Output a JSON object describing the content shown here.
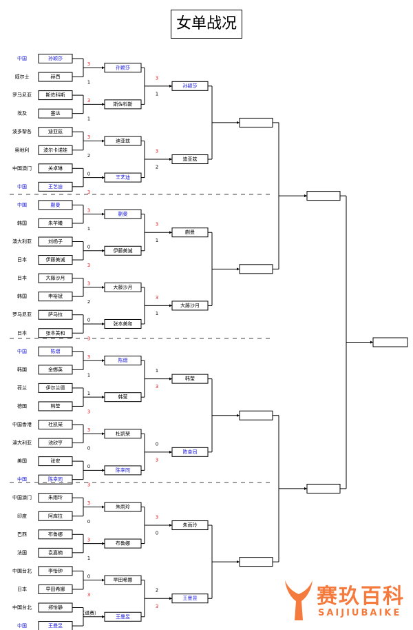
{
  "title": "女单战况",
  "colors": {
    "home": "#1a1ad8",
    "win": "#e02020",
    "normal": "#000000"
  },
  "round1": [
    {
      "country": "中国",
      "player": "孙颖莎",
      "score": "3",
      "home": true,
      "win": true
    },
    {
      "country": "威尔士",
      "player": "赫西",
      "score": "1",
      "home": false,
      "win": false
    },
    {
      "country": "罗马尼亚",
      "player": "斯佐科斯",
      "score": "3",
      "home": false,
      "win": true
    },
    {
      "country": "埃及",
      "player": "塞达",
      "score": "1",
      "home": false,
      "win": false
    },
    {
      "country": "波多黎各",
      "player": "迪亚兹",
      "score": "3",
      "home": false,
      "win": true
    },
    {
      "country": "奥地利",
      "player": "波尔卡诺娃",
      "score": "2",
      "home": false,
      "win": false
    },
    {
      "country": "中国澳门",
      "player": "关卓琳",
      "score": "0",
      "home": false,
      "win": false
    },
    {
      "country": "中国",
      "player": "王艺迪",
      "score": "3",
      "home": true,
      "win": true
    },
    {
      "country": "中国",
      "player": "蒯曼",
      "score": "3",
      "home": true,
      "win": true
    },
    {
      "country": "韩国",
      "player": "朱芊曦",
      "score": "1",
      "home": false,
      "win": false
    },
    {
      "country": "澳大利亚",
      "player": "刘杨子",
      "score": "0",
      "home": false,
      "win": false
    },
    {
      "country": "日本",
      "player": "伊藤美诚",
      "score": "3",
      "home": false,
      "win": true
    },
    {
      "country": "日本",
      "player": "大藤沙月",
      "score": "3",
      "home": false,
      "win": true
    },
    {
      "country": "韩国",
      "player": "申裕斌",
      "score": "2",
      "home": false,
      "win": false
    },
    {
      "country": "罗马尼亚",
      "player": "萨马拉",
      "score": "0",
      "home": false,
      "win": false
    },
    {
      "country": "日本",
      "player": "张本美和",
      "score": "3",
      "home": false,
      "win": true
    },
    {
      "country": "中国",
      "player": "陈熠",
      "score": "3",
      "home": true,
      "win": true
    },
    {
      "country": "韩国",
      "player": "金娜英",
      "score": "1",
      "home": false,
      "win": false
    },
    {
      "country": "荷兰",
      "player": "伊尔兰德",
      "score": "1",
      "home": false,
      "win": false
    },
    {
      "country": "德国",
      "player": "韩莹",
      "score": "3",
      "home": false,
      "win": true
    },
    {
      "country": "中国香港",
      "player": "杜凯琹",
      "score": "3",
      "home": false,
      "win": true
    },
    {
      "country": "澳大利亚",
      "player": "池欣亨",
      "score": "0",
      "home": false,
      "win": false
    },
    {
      "country": "美国",
      "player": "张安",
      "score": "0",
      "home": false,
      "win": false
    },
    {
      "country": "中国",
      "player": "陈幸同",
      "score": "3",
      "home": true,
      "win": true
    },
    {
      "country": "中国澳门",
      "player": "朱雨玲",
      "score": "3",
      "home": false,
      "win": true
    },
    {
      "country": "印度",
      "player": "阿库拉",
      "score": "0",
      "home": false,
      "win": false
    },
    {
      "country": "巴西",
      "player": "布鲁娜",
      "score": "3",
      "home": false,
      "win": true
    },
    {
      "country": "法国",
      "player": "袁嘉楠",
      "score": "1",
      "home": false,
      "win": false
    },
    {
      "country": "中国台北",
      "player": "李怡钟",
      "score": "0",
      "home": false,
      "win": false
    },
    {
      "country": "日本",
      "player": "早田希娜",
      "score": "3",
      "home": false,
      "win": true
    },
    {
      "country": "中国台北",
      "player": "郑怡静",
      "score": "（退赛）",
      "home": false,
      "win": false
    },
    {
      "country": "中国",
      "player": "王曼昱",
      "score": "",
      "home": true,
      "win": true
    }
  ],
  "round2": [
    {
      "player": "孙颖莎",
      "score": "3",
      "home": true,
      "win": true
    },
    {
      "player": "斯佐科斯",
      "score": "1",
      "home": false,
      "win": false
    },
    {
      "player": "迪亚兹",
      "score": "3",
      "home": false,
      "win": true
    },
    {
      "player": "王艺迪",
      "score": "2",
      "home": true,
      "win": false
    },
    {
      "player": "蒯曼",
      "score": "3",
      "home": true,
      "win": true
    },
    {
      "player": "伊藤美诚",
      "score": "1",
      "home": false,
      "win": false
    },
    {
      "player": "大藤沙月",
      "score": "3",
      "home": false,
      "win": true
    },
    {
      "player": "张本美和",
      "score": "1",
      "home": false,
      "win": false
    },
    {
      "player": "陈熠",
      "score": "1",
      "home": true,
      "win": false
    },
    {
      "player": "韩莹",
      "score": "3",
      "home": false,
      "win": true
    },
    {
      "player": "杜凯琹",
      "score": "0",
      "home": false,
      "win": false
    },
    {
      "player": "陈幸同",
      "score": "3",
      "home": true,
      "win": true
    },
    {
      "player": "朱雨玲",
      "score": "3",
      "home": false,
      "win": true
    },
    {
      "player": "布鲁娜",
      "score": "0",
      "home": false,
      "win": false
    },
    {
      "player": "早田希娜",
      "score": "2",
      "home": false,
      "win": false
    },
    {
      "player": "王曼昱",
      "score": "3",
      "home": true,
      "win": true
    }
  ],
  "round3": [
    {
      "player": "孙颖莎",
      "home": true
    },
    {
      "player": "迪亚兹",
      "home": false
    },
    {
      "player": "蒯曼",
      "home": false
    },
    {
      "player": "大藤沙月",
      "home": false
    },
    {
      "player": "韩莹",
      "home": false
    },
    {
      "player": "陈幸同",
      "home": true
    },
    {
      "player": "朱雨玲",
      "home": false
    },
    {
      "player": "王曼昱",
      "home": true
    }
  ],
  "watermark": {
    "cn": "赛玖百科",
    "en": "SAIJIUBAIKE"
  }
}
